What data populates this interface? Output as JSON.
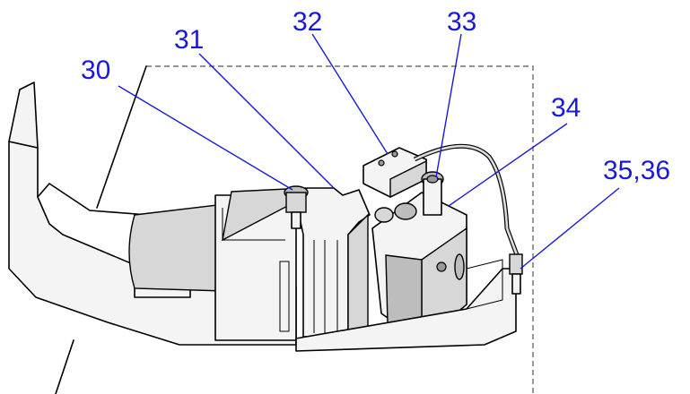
{
  "colors": {
    "callout": "#1a1ad6",
    "line": "#000000",
    "dash": "#555555"
  },
  "callouts": [
    {
      "text": "30"
    },
    {
      "text": "31"
    },
    {
      "text": "32"
    },
    {
      "text": "33"
    },
    {
      "text": "34"
    },
    {
      "text": "35,36"
    }
  ]
}
